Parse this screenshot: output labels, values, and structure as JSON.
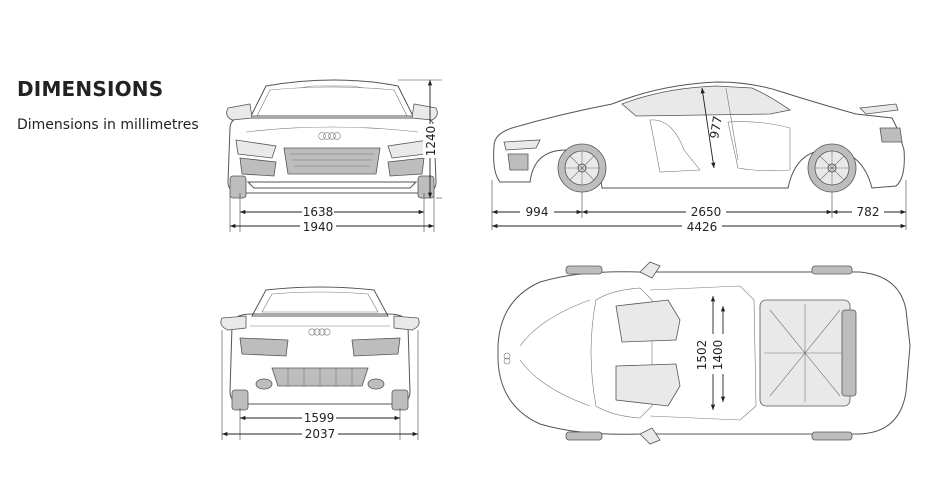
{
  "heading": "DIMENSIONS",
  "subheading": "Dimensions in millimetres",
  "dimensions": {
    "front_track": "1638",
    "front_width": "1940",
    "height": "1240",
    "front_overhang": "994",
    "wheelbase": "2650",
    "rear_overhang": "782",
    "length": "4426",
    "headroom": "977",
    "rear_track": "1599",
    "width_with_mirrors": "2037",
    "shoulder_width": "1502",
    "elbow_width": "1400"
  }
}
